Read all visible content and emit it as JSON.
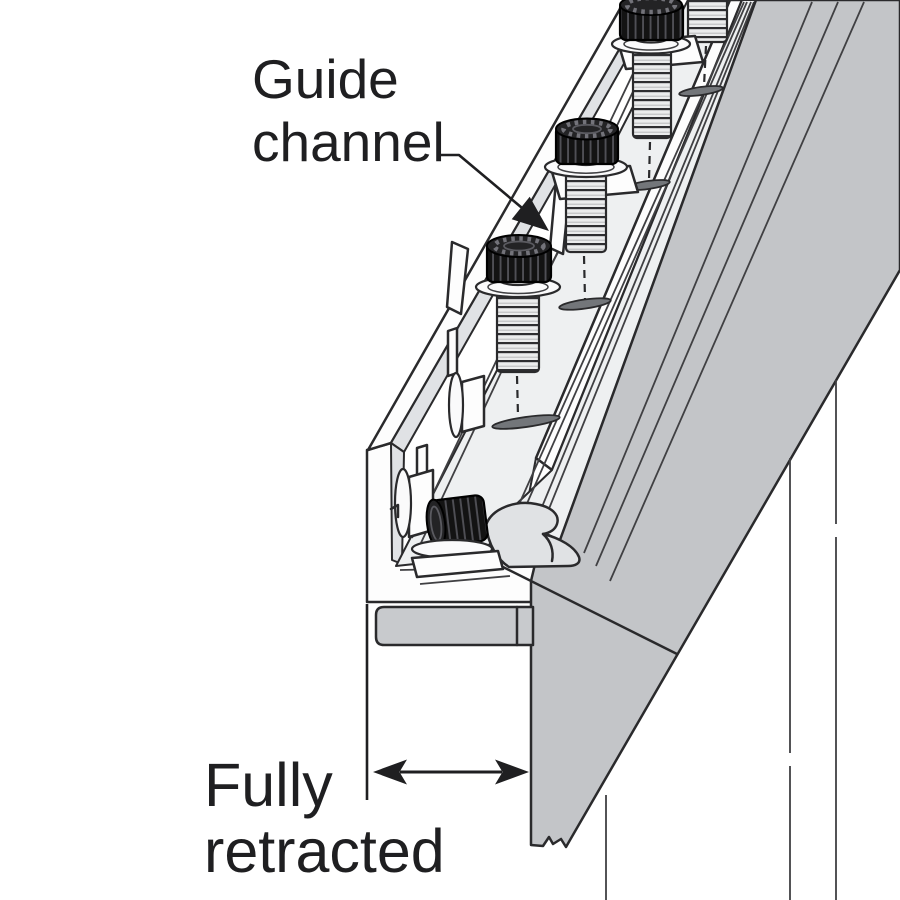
{
  "figure": {
    "title": "Guide channel installation diagram",
    "labels": {
      "guide_channel": {
        "text": "Guide channel",
        "line1": "Guide",
        "line2": "channel"
      },
      "fully_retracted": {
        "text": "Fully retracted",
        "line1": "Fully",
        "line2": "retracted"
      }
    },
    "icons": {
      "leader_arrowhead": "solid triangle pointing to channel groove",
      "dimension_arrow": "double-headed horizontal arrow"
    },
    "counts": {
      "standing_bolts": 3,
      "clipped_threaded_rods": 1,
      "lying_bolt_heads": 1,
      "slotted_holes": 4,
      "t_slot_nuts": 2
    },
    "colors": {
      "background": "#ffffff",
      "outline": "#2a2a2c",
      "outline_soft": "#404043",
      "rail_white": "#fdfdfd",
      "rail_light": "#eef0f1",
      "rail_mid": "#e0e2e5",
      "slope_gray": "#c3c5c8",
      "nose_gray": "#e0e2e4",
      "panel_gray": "#c8cacd",
      "washer_white": "#fafafb",
      "slot_dark": "#73767a",
      "bolt_black": "#131313",
      "text": "#1f1f21"
    }
  }
}
